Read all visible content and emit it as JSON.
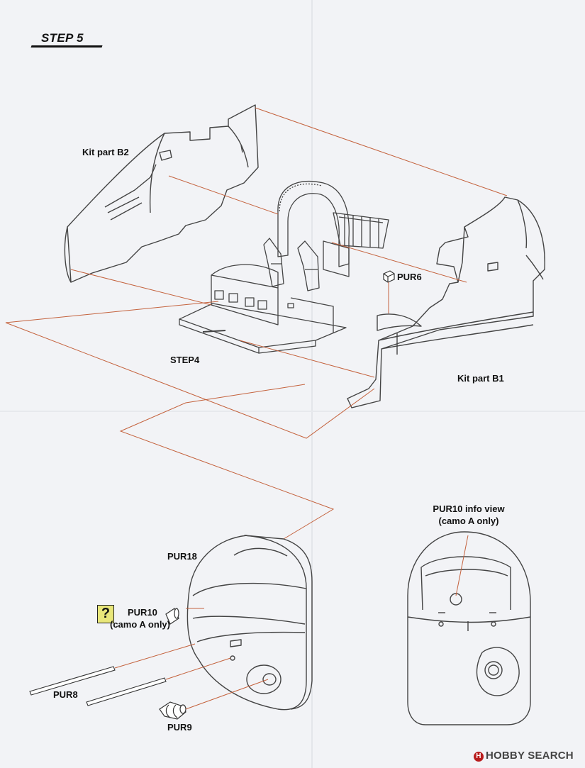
{
  "step": {
    "title": "STEP 5"
  },
  "labels": {
    "kit_part_b2": "Kit part B2",
    "pur6": "PUR6",
    "step4": "STEP4",
    "kit_part_b1": "Kit part B1",
    "pur10_info_line1": "PUR10 info view",
    "pur10_info_line2": "(camo A only)",
    "pur18": "PUR18",
    "pur10": "PUR10",
    "pur10_note": "(camo A only)",
    "pur8": "PUR8",
    "pur9": "PUR9"
  },
  "help_badge": {
    "symbol": "?"
  },
  "watermark": {
    "text": "HOBBY SEARCH",
    "icon": "hobby-search-logo-icon"
  },
  "colors": {
    "line": "#444444",
    "guide": "#c4623d",
    "badge": "#e9e77a",
    "paper": "#f2f3f6"
  }
}
